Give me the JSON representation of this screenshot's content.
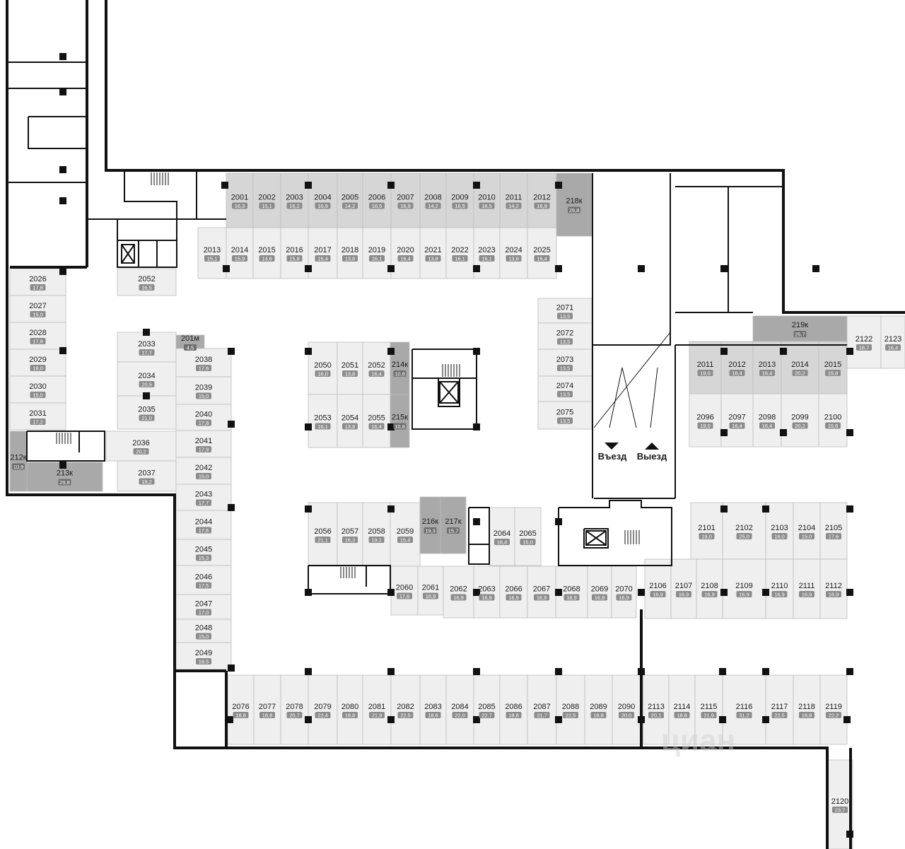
{
  "floor_plan": {
    "colors": {
      "spot_fill": "#efefef",
      "spot_fill_dark": "#d6d6d6",
      "storage_fill": "#a9a9a9",
      "wall": "#111111",
      "badge": "#8c8c8c",
      "highlight": "#22dd22"
    },
    "highlighted_spot": "2030",
    "exit_labels": {
      "entry": "Въезд",
      "exit": "Выезд"
    },
    "watermark": "циан",
    "spots": [
      {
        "id": "2001",
        "area": "16,3"
      },
      {
        "id": "2002",
        "area": "15,1"
      },
      {
        "id": "2003",
        "area": "16,2"
      },
      {
        "id": "2004",
        "area": "16,9"
      },
      {
        "id": "2005",
        "area": "14,2"
      },
      {
        "id": "2006",
        "area": "16,5"
      },
      {
        "id": "2007",
        "area": "16,9"
      },
      {
        "id": "2008",
        "area": "14,2"
      },
      {
        "id": "2009",
        "area": "16,5"
      },
      {
        "id": "2010",
        "area": "16,5"
      },
      {
        "id": "2011",
        "area": "14,2"
      },
      {
        "id": "2012",
        "area": "16,9"
      },
      {
        "id": "218к",
        "area": "29,8"
      },
      {
        "id": "2013",
        "area": "15,1"
      },
      {
        "id": "2014",
        "area": "15,9"
      },
      {
        "id": "2015",
        "area": "14,6"
      },
      {
        "id": "2016",
        "area": "15,8"
      },
      {
        "id": "2017",
        "area": "16,4"
      },
      {
        "id": "2018",
        "area": "13,8"
      },
      {
        "id": "2019",
        "area": "16,1"
      },
      {
        "id": "2020",
        "area": "16,4"
      },
      {
        "id": "2021",
        "area": "13,8"
      },
      {
        "id": "2022",
        "area": "16,1"
      },
      {
        "id": "2023",
        "area": "16,1"
      },
      {
        "id": "2024",
        "area": "13,8"
      },
      {
        "id": "2025",
        "area": "16,4"
      },
      {
        "id": "2026",
        "area": "17,8"
      },
      {
        "id": "2027",
        "area": "15,0"
      },
      {
        "id": "2028",
        "area": "17,8"
      },
      {
        "id": "2029",
        "area": "18,0"
      },
      {
        "id": "2030",
        "area": "15,0"
      },
      {
        "id": "2031",
        "area": "17,2"
      },
      {
        "id": "212к",
        "area": "10,9"
      },
      {
        "id": "213к",
        "area": "29,8"
      },
      {
        "id": "2052",
        "area": "16,5"
      },
      {
        "id": "201м",
        "area": "4,5"
      },
      {
        "id": "2033",
        "area": "17,7"
      },
      {
        "id": "2034",
        "area": "20,5"
      },
      {
        "id": "2035",
        "area": "21,0"
      },
      {
        "id": "2036",
        "area": "20,2"
      },
      {
        "id": "2037",
        "area": "19,2"
      },
      {
        "id": "2038",
        "area": "17,6"
      },
      {
        "id": "2039",
        "area": "15,0"
      },
      {
        "id": "2040",
        "area": "17,8"
      },
      {
        "id": "2041",
        "area": "17,9"
      },
      {
        "id": "2042",
        "area": "15,0"
      },
      {
        "id": "2043",
        "area": "17,7"
      },
      {
        "id": "2044",
        "area": "17,6"
      },
      {
        "id": "2045",
        "area": "15,3"
      },
      {
        "id": "2046",
        "area": "17,5"
      },
      {
        "id": "2047",
        "area": "17,0"
      },
      {
        "id": "2048",
        "area": "15,0"
      },
      {
        "id": "2049",
        "area": "18,5"
      },
      {
        "id": "2050",
        "area": "16,0"
      },
      {
        "id": "2051",
        "area": "13,8"
      },
      {
        "id": "2052",
        "area": "16,4"
      },
      {
        "id": "214к",
        "area": "10,8"
      },
      {
        "id": "2053",
        "area": "16,1"
      },
      {
        "id": "2054",
        "area": "13,8"
      },
      {
        "id": "2055",
        "area": "16,4"
      },
      {
        "id": "215к",
        "area": "10,8"
      },
      {
        "id": "2071",
        "area": "13,5"
      },
      {
        "id": "2072",
        "area": "13,5"
      },
      {
        "id": "2073",
        "area": "13,5"
      },
      {
        "id": "2074",
        "area": "13,5"
      },
      {
        "id": "2075",
        "area": "13,5"
      },
      {
        "id": "219к",
        "area": "25,7"
      },
      {
        "id": "2122",
        "area": "18,7"
      },
      {
        "id": "2123",
        "area": "16,4"
      },
      {
        "id": "2011",
        "area": "19,0"
      },
      {
        "id": "2012",
        "area": "16,4"
      },
      {
        "id": "2013",
        "area": "16,4"
      },
      {
        "id": "2014",
        "area": "20,2"
      },
      {
        "id": "2015",
        "area": "15,8"
      },
      {
        "id": "2096",
        "area": "19,0"
      },
      {
        "id": "2097",
        "area": "16,4"
      },
      {
        "id": "2098",
        "area": "16,4"
      },
      {
        "id": "2099",
        "area": "20,2"
      },
      {
        "id": "2100",
        "area": "15,6"
      },
      {
        "id": "2056",
        "area": "21,1"
      },
      {
        "id": "2057",
        "area": "16,3"
      },
      {
        "id": "2058",
        "area": "19,1"
      },
      {
        "id": "2059",
        "area": "15,4"
      },
      {
        "id": "216к",
        "area": "19,3"
      },
      {
        "id": "217к",
        "area": "15,7"
      },
      {
        "id": "2064",
        "area": "16,4"
      },
      {
        "id": "2065",
        "area": "15,0"
      },
      {
        "id": "2060",
        "area": "17,6"
      },
      {
        "id": "2061",
        "area": "16,9"
      },
      {
        "id": "2062",
        "area": "16,9"
      },
      {
        "id": "2063",
        "area": "16,9"
      },
      {
        "id": "2066",
        "area": "16,9"
      },
      {
        "id": "2067",
        "area": "16,9"
      },
      {
        "id": "2068",
        "area": "16,9"
      },
      {
        "id": "2069",
        "area": "16,9"
      },
      {
        "id": "2070",
        "area": "16,9"
      },
      {
        "id": "2101",
        "area": "19,0"
      },
      {
        "id": "2102",
        "area": "25,0"
      },
      {
        "id": "2103",
        "area": "18,0"
      },
      {
        "id": "2104",
        "area": "15,0"
      },
      {
        "id": "2105",
        "area": "17,6"
      },
      {
        "id": "2106",
        "area": "16,9"
      },
      {
        "id": "2107",
        "area": "16,9"
      },
      {
        "id": "2108",
        "area": "16,9"
      },
      {
        "id": "2109",
        "area": "16,9"
      },
      {
        "id": "2110",
        "area": "16,9"
      },
      {
        "id": "2111",
        "area": "16,9"
      },
      {
        "id": "2112",
        "area": "16,9"
      },
      {
        "id": "2076",
        "area": "18,8"
      },
      {
        "id": "2077",
        "area": "18,8"
      },
      {
        "id": "2078",
        "area": "20,7"
      },
      {
        "id": "2079",
        "area": "22,4"
      },
      {
        "id": "2080",
        "area": "18,8"
      },
      {
        "id": "2081",
        "area": "21,9"
      },
      {
        "id": "2082",
        "area": "22,5"
      },
      {
        "id": "2083",
        "area": "18,6"
      },
      {
        "id": "2084",
        "area": "22,0"
      },
      {
        "id": "2085",
        "area": "22,7"
      },
      {
        "id": "2086",
        "area": "18,8"
      },
      {
        "id": "2087",
        "area": "21,7"
      },
      {
        "id": "2088",
        "area": "22,5"
      },
      {
        "id": "2089",
        "area": "18,8"
      },
      {
        "id": "2090",
        "area": "20,0"
      },
      {
        "id": "2113",
        "area": "20,1"
      },
      {
        "id": "2114",
        "area": "18,8"
      },
      {
        "id": "2115",
        "area": "21,9"
      },
      {
        "id": "2116",
        "area": "31,2"
      },
      {
        "id": "2117",
        "area": "22,5"
      },
      {
        "id": "2118",
        "area": "18,8"
      },
      {
        "id": "2119",
        "area": "22,2"
      },
      {
        "id": "2120",
        "area": "23,7"
      }
    ]
  }
}
